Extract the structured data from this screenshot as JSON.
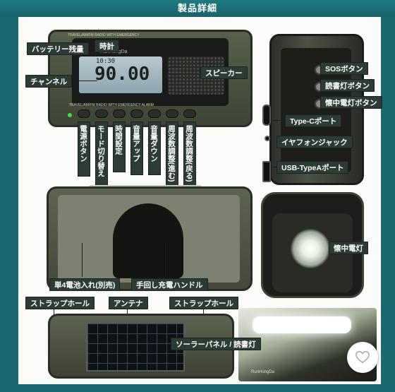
{
  "header": {
    "title": "製品詳細"
  },
  "radio": {
    "brand": "RunHongDa",
    "lcd_digits": "90.00",
    "lcd_time": "10:30",
    "top_text": "TRAVEL/AM/FM RADIO WITH EMERGENCY",
    "bottom_text": "TRAVEL/AM/FM RADIO WITH EMERGENCY ALARM"
  },
  "labels": {
    "battery": "バッテリー残量",
    "clock": "時計",
    "channel": "チャンネル",
    "speaker": "スピーカー",
    "power_button": "電源ボタン",
    "mode_switch": "モード切り替え",
    "time_setting": "時間設定",
    "volume_up": "音量アップ",
    "volume_down": "音量ダウン",
    "tune_forward": "周波数調整(進む)",
    "tune_back": "周波数調整(戻る)",
    "sos_button": "SOSボタン",
    "reading_light_button": "読書灯ボタン",
    "flashlight_button": "懐中電灯ボタン",
    "type_c_port": "Type-Cポート",
    "earphone_jack": "イヤフォンジャック",
    "usb_type_a_port": "USB-TypeAポート",
    "flashlight": "懐中電灯",
    "battery_compartment": "単4電池入れ(別売)",
    "hand_crank": "手回し充電ハンドル",
    "strap_hole_left": "ストラップホール",
    "antenna": "アンテナ",
    "strap_hole_right": "ストラップホール",
    "solar_panel": "ソーラーパネル / 読書灯"
  },
  "lamp_photo": {
    "brand": "RunHongDa"
  },
  "icons": {
    "like": "heart-icon"
  },
  "colors": {
    "frame": "#1b6a72",
    "label_bg": "#2d3b35",
    "led": "#43e043"
  }
}
